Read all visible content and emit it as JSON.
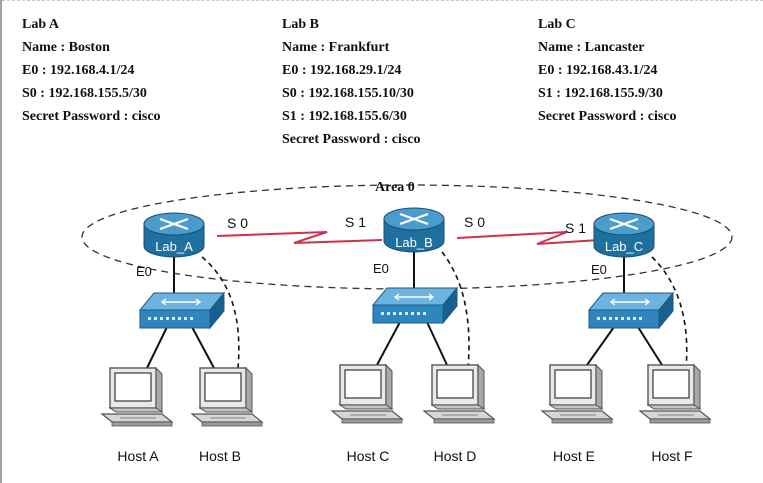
{
  "labs": [
    {
      "title": "Lab A",
      "lines": [
        "Name : Boston",
        "E0   : 192.168.4.1/24",
        "S0   : 192.168.155.5/30",
        "Secret Password : cisco"
      ]
    },
    {
      "title": "Lab B",
      "lines": [
        "Name : Frankfurt",
        "E0   : 192.168.29.1/24",
        "S0   : 192.168.155.10/30",
        "S1   : 192.168.155.6/30",
        "Secret Password : cisco"
      ]
    },
    {
      "title": "Lab C",
      "lines": [
        "Name : Lancaster",
        "E0   : 192.168.43.1/24",
        "S1   : 192.168.155.9/30",
        "Secret Password : cisco"
      ]
    }
  ],
  "area_label": "Area 0",
  "routers": [
    {
      "label": "Lab_A",
      "eth": "E0",
      "serial": [
        "S 0"
      ]
    },
    {
      "label": "Lab_B",
      "eth": "E0",
      "serial": [
        "S 1",
        "S 0"
      ]
    },
    {
      "label": "Lab_C",
      "eth": "E0",
      "serial": [
        "S 1"
      ]
    }
  ],
  "hosts": [
    "Host A",
    "Host B",
    "Host C",
    "Host D",
    "Host E",
    "Host F"
  ],
  "colors": {
    "router_top": "#3d8fc2",
    "router_side": "#1f6f9f",
    "serial_link": "#d0314a",
    "switch_face": "#2f86be"
  }
}
